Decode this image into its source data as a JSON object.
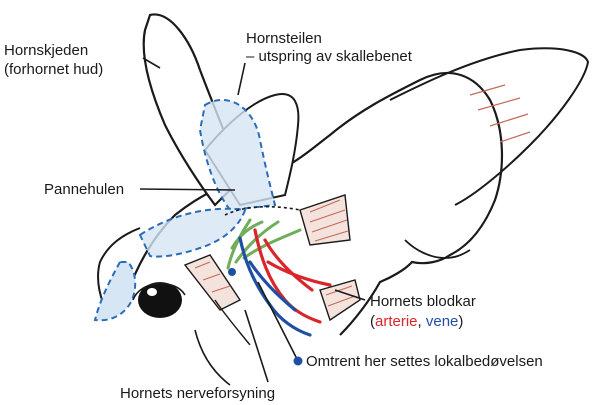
{
  "labels": {
    "hornskjeden_line1": "Hornskjeden",
    "hornskjeden_line2": "(forhornet hud)",
    "hornsteilen_line1": "Hornsteilen",
    "hornsteilen_line2": "– utspring av skallebenet",
    "pannehulen": "Pannehulen",
    "blodkar_line1": "Hornets blodkar",
    "paren_open": "(",
    "arterie": "arterie",
    "comma": ", ",
    "vene": "vene",
    "paren_close": ")",
    "lokalbedovelse": "Omtrent her settes lokalbedøvelsen",
    "nerveforsyning": "Hornets nerveforsyning"
  },
  "colors": {
    "outline": "#1a1a1a",
    "dashed_sinus": "#2b6cb8",
    "sinus_fill": "#d6e6f5",
    "nerve": "#6fae5a",
    "artery": "#d9262b",
    "vein": "#1f4fa3",
    "muscle_hatch": "#c46a5a",
    "muscle_fill": "#f3e3dc"
  }
}
